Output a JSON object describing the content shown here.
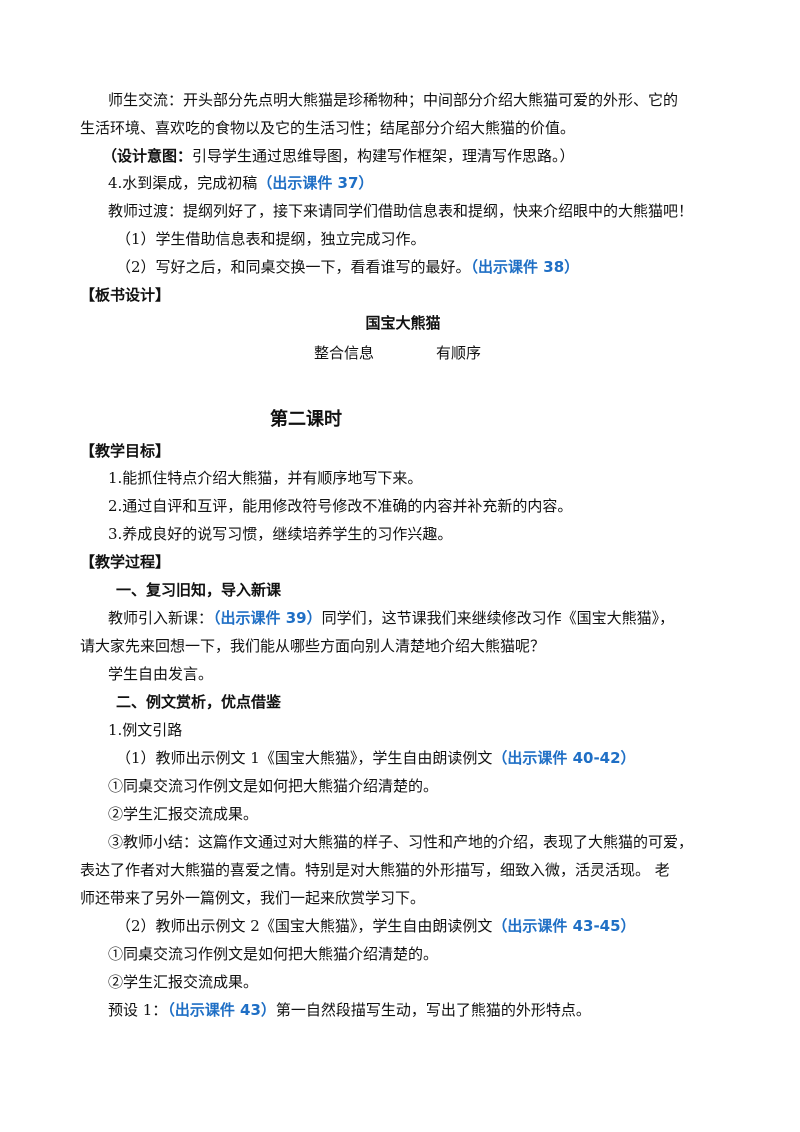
{
  "lines": {
    "l1": "师生交流：开头部分先点明大熊猫是珍稀物种；中间部分介绍大熊猫可爱的外形、它的",
    "l2": "生活环境、喜欢吃的食物以及它的生活习性；结尾部分介绍大熊猫的价值。",
    "l3_bold": "（设计意图：",
    "l3_rest": "引导学生通过思维导图，构建写作框架，理清写作思路。）",
    "l4": "4.水到渠成，完成初稿",
    "l4_ref": "（出示课件 37）",
    "l5": "教师过渡：提纲列好了，接下来请同学们借助信息表和提纲，快来介绍眼中的大熊猫吧！",
    "l6": "（1）学生借助信息表和提纲，独立完成习作。",
    "l7": "（2）写好之后，和同桌交换一下，看看谁写的最好。",
    "l7_ref": "（出示课件 38）",
    "h_board": "【板书设计】",
    "board_title": "国宝大熊猫",
    "board_a": "整合信息",
    "board_b": "有顺序",
    "lesson2": "第二课时",
    "h_goals": "【教学目标】",
    "g1": "1.能抓住特点介绍大熊猫，并有顺序地写下来。",
    "g2": "2.通过自评和互评，能用修改符号修改不准确的内容并补充新的内容。",
    "g3": "3.养成良好的说写习惯，继续培养学生的习作兴趣。",
    "h_process": "【教学过程】",
    "s1": "一、复习旧知，导入新课",
    "p1a": "教师引入新课：",
    "p1_ref": "（出示课件 39）",
    "p1b": "同学们，这节课我们来继续修改习作《国宝大熊猫》，",
    "p2": "请大家先来回想一下，我们能从哪些方面向别人清楚地介绍大熊猫呢？",
    "p3": "学生自由发言。",
    "s2": "二、例文赏析，优点借鉴",
    "q1": "1.例文引路",
    "q2": "（1）教师出示例文 1《国宝大熊猫》，学生自由朗读例文",
    "q2_ref": "（出示课件 40-42）",
    "q3": "①同桌交流习作例文是如何把大熊猫介绍清楚的。",
    "q4": "②学生汇报交流成果。",
    "q5": "③教师小结：这篇作文通过对大熊猫的样子、习性和产地的介绍，表现了大熊猫的可爱，",
    "q6": "表达了作者对大熊猫的喜爱之情。特别是对大熊猫的外形描写，细致入微，活灵活现。 老",
    "q7": "师还带来了另外一篇例文，我们一起来欣赏学习下。",
    "q8": "（2）教师出示例文 2《国宝大熊猫》，学生自由朗读例文",
    "q8_ref": "（出示课件 43-45）",
    "q9": "①同桌交流习作例文是如何把大熊猫介绍清楚的。",
    "q10": "②学生汇报交流成果。",
    "q11a": "预设 1：",
    "q11_ref": "（出示课件 43）",
    "q11b": "第一自然段描写生动，写出了熊猫的外形特点。"
  },
  "colors": {
    "accent": "#1f6fc5",
    "text": "#111111"
  }
}
